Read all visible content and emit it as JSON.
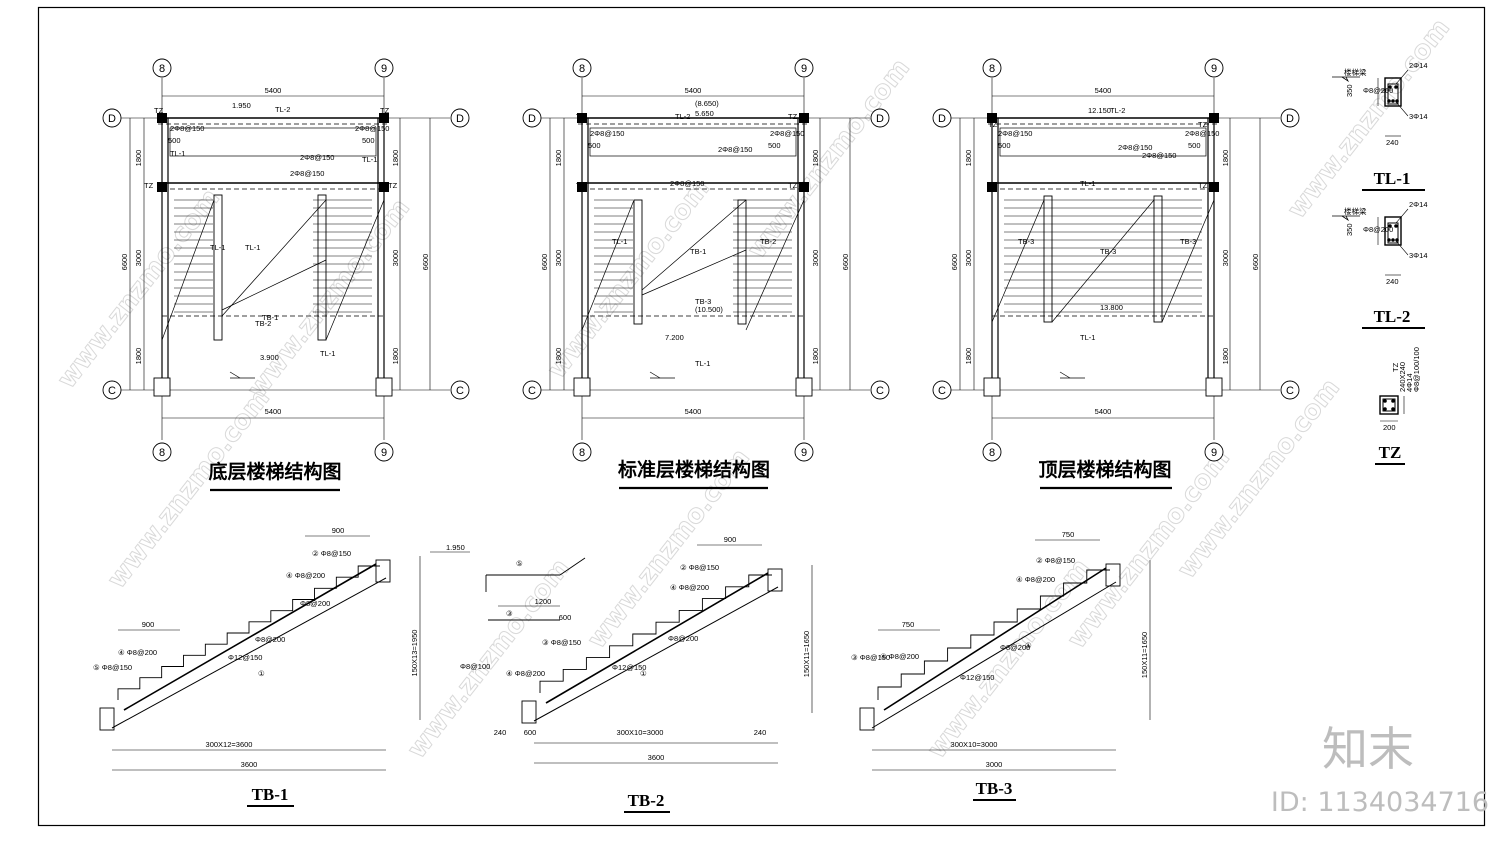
{
  "plans": [
    {
      "title": "底层楼梯结构图",
      "grid_top": [
        "8",
        "9"
      ],
      "grid_side": [
        "D",
        "C"
      ],
      "dim_top": "5400",
      "dim_bottom": "5400",
      "dim_left_total": "6600",
      "dim_left_parts": [
        "1800",
        "3000",
        "1800"
      ],
      "dim_right_total": "6600",
      "dim_right_parts": [
        "1800",
        "3000",
        "1800"
      ],
      "labels": [
        "TZ",
        "TZ",
        "TZ",
        "TZ",
        "TL-2",
        "1.950",
        "2Φ8@150",
        "2Φ8@150",
        "500",
        "500",
        "TL-1",
        "TL-1",
        "2Φ8@150",
        "2Φ8@150",
        "TL-1",
        "TL-1",
        "TB-1",
        "TB-2",
        "3.900",
        "TL-1"
      ]
    },
    {
      "title": "标准层楼梯结构图",
      "grid_top": [
        "8",
        "9"
      ],
      "grid_side": [
        "D",
        "C"
      ],
      "dim_top": "5400",
      "dim_bottom": "5400",
      "dim_left_total": "6600",
      "dim_left_parts": [
        "1800",
        "3000",
        "1800"
      ],
      "dim_right_total": "6600",
      "dim_right_parts": [
        "1800",
        "3000",
        "1800"
      ],
      "labels": [
        "TZ",
        "TZ",
        "TZ",
        "TZ",
        "(8.650)",
        "5.650",
        "TL-2",
        "2Φ8@150",
        "2Φ8@150",
        "500",
        "500",
        "2Φ8@150",
        "2Φ8@150",
        "TL-1",
        "TB-1",
        "TB-2",
        "TB-3",
        "(10.500)",
        "7.200",
        "TL-1"
      ]
    },
    {
      "title": "顶层楼梯结构图",
      "grid_top": [
        "8",
        "9"
      ],
      "grid_side": [
        "D",
        "C"
      ],
      "dim_top": "5400",
      "dim_bottom": "5400",
      "dim_left_total": "6600",
      "dim_left_parts": [
        "1800",
        "3000",
        "1800"
      ],
      "dim_right_total": "6600",
      "dim_right_parts": [
        "1800",
        "3000",
        "1800"
      ],
      "labels": [
        "TZ",
        "TZ",
        "TZ",
        "TZ",
        "12.150",
        "TL-2",
        "2Φ8@150",
        "2Φ8@150",
        "500",
        "500",
        "2Φ8@150",
        "2Φ8@150",
        "TL-1",
        "TB-3",
        "TB-3",
        "TB-3",
        "13.800",
        "TL-1"
      ]
    }
  ],
  "sections": [
    {
      "title": "TL-1",
      "labels": [
        "2Φ14",
        "Φ8@200",
        "3Φ14",
        "350",
        "240",
        "楼梯梁"
      ]
    },
    {
      "title": "TL-2",
      "labels": [
        "2Φ14",
        "Φ8@200",
        "3Φ14",
        "350",
        "240",
        "楼梯梁"
      ]
    },
    {
      "title": "TZ",
      "labels": [
        "TZ",
        "240X240",
        "4Φ14",
        "Φ8@100/100",
        "200"
      ]
    }
  ],
  "stairs": [
    {
      "title": "TB-1",
      "top_dim": "900",
      "bottom_dim": "900",
      "elevation": "1.950",
      "height_dim": "150X13=1950",
      "run_dim": "300X12=3600",
      "total_dim": "3600",
      "labels": [
        "② Φ8@150",
        "④ Φ8@200",
        "④ Φ8@200",
        "⑤ Φ8@150",
        "Φ8@200",
        "Φ8@200",
        "Φ12@150",
        "①"
      ]
    },
    {
      "title": "TB-2",
      "top_dim": "900",
      "landing_dims": [
        "1200",
        "600"
      ],
      "height_dim": "150X11=1650",
      "run_dims": [
        "240",
        "600",
        "300X10=3000",
        "240"
      ],
      "total_dim": "3600",
      "labels": [
        "⑤",
        "③",
        "③ Φ8@150",
        "④ Φ8@200",
        "② Φ8@150",
        "④ Φ8@200",
        "Φ8@200",
        "Φ12@150",
        "Φ8@100",
        "①"
      ]
    },
    {
      "title": "TB-3",
      "top_dim": "750",
      "bottom_dim": "750",
      "height_dim": "150X11=1650",
      "run_dim": "300X10=3000",
      "total_dim": "3000",
      "labels": [
        "② Φ8@150",
        "④ Φ8@200",
        "④ Φ8@200",
        "③ Φ8@150",
        "Φ8@200",
        "Φ12@150",
        "①"
      ]
    }
  ],
  "watermark": {
    "brand": "知末",
    "id_text": "ID: 1134034716",
    "repeat_text": "www.znzmo.com"
  }
}
